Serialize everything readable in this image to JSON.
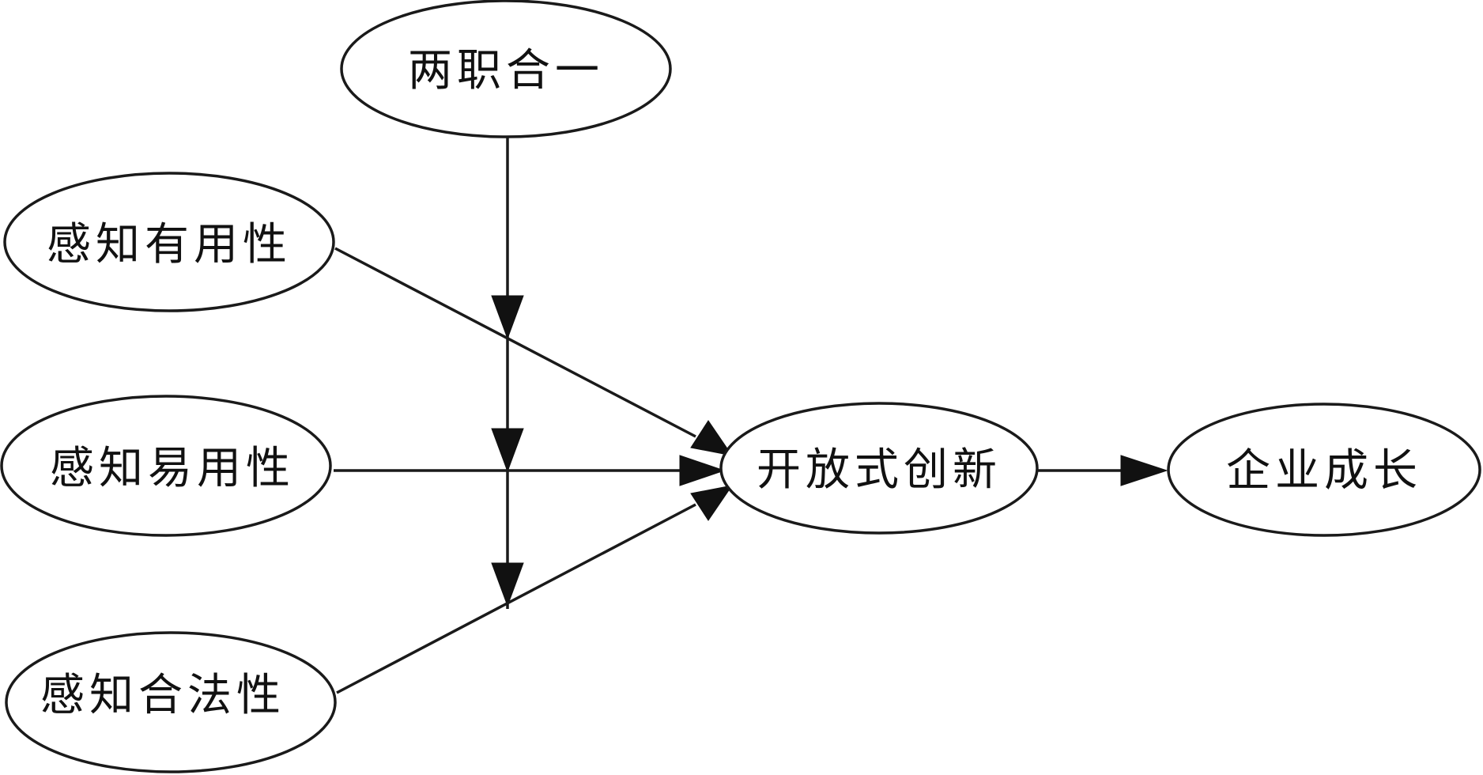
{
  "diagram": {
    "nodes": {
      "dual_role": {
        "label": "两职合一"
      },
      "perceived_usefulness": {
        "label": "感知有用性"
      },
      "perceived_ease_of_use": {
        "label": "感知易用性"
      },
      "perceived_legitimacy": {
        "label": "感知合法性"
      },
      "open_innovation": {
        "label": "开放式创新"
      },
      "firm_growth": {
        "label": "企业成长"
      }
    },
    "edges": [
      {
        "from": "perceived_usefulness",
        "to": "open_innovation",
        "type": "direct"
      },
      {
        "from": "perceived_ease_of_use",
        "to": "open_innovation",
        "type": "direct"
      },
      {
        "from": "perceived_legitimacy",
        "to": "open_innovation",
        "type": "direct"
      },
      {
        "from": "open_innovation",
        "to": "firm_growth",
        "type": "direct"
      },
      {
        "from": "dual_role",
        "to": "perceived_usefulness->open_innovation",
        "type": "moderation"
      },
      {
        "from": "dual_role",
        "to": "perceived_ease_of_use->open_innovation",
        "type": "moderation"
      },
      {
        "from": "dual_role",
        "to": "perceived_legitimacy->open_innovation",
        "type": "moderation"
      }
    ],
    "colors": {
      "stroke": "#1a1a1a",
      "fill": "#ffffff",
      "text": "#111111"
    }
  }
}
